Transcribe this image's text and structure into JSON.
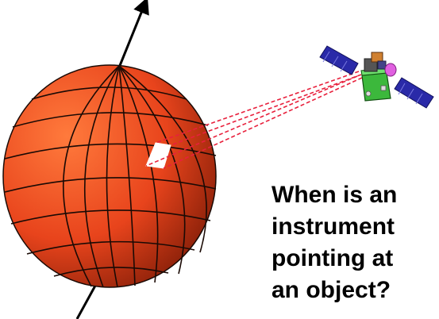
{
  "caption": {
    "lines": [
      "When is an",
      "instrument",
      "pointing at",
      "an object?"
    ]
  },
  "colors": {
    "planet_fill": "#e8441c",
    "planet_highlight": "#ff7a3c",
    "planet_shadow": "#8a1f08",
    "grid_lines": "#1a0a05",
    "pointing_rays": "#e8203c",
    "solar_panel": "#2a2aa8",
    "spacecraft_body": "#3cb83c",
    "spacecraft_dish": "#e060e0",
    "axis": "#000000",
    "footprint": "#ffffff"
  },
  "icons": {
    "planet": "planet-icon",
    "spacecraft": "spacecraft-icon",
    "rotation_axis": "rotation-axis-arrow"
  }
}
